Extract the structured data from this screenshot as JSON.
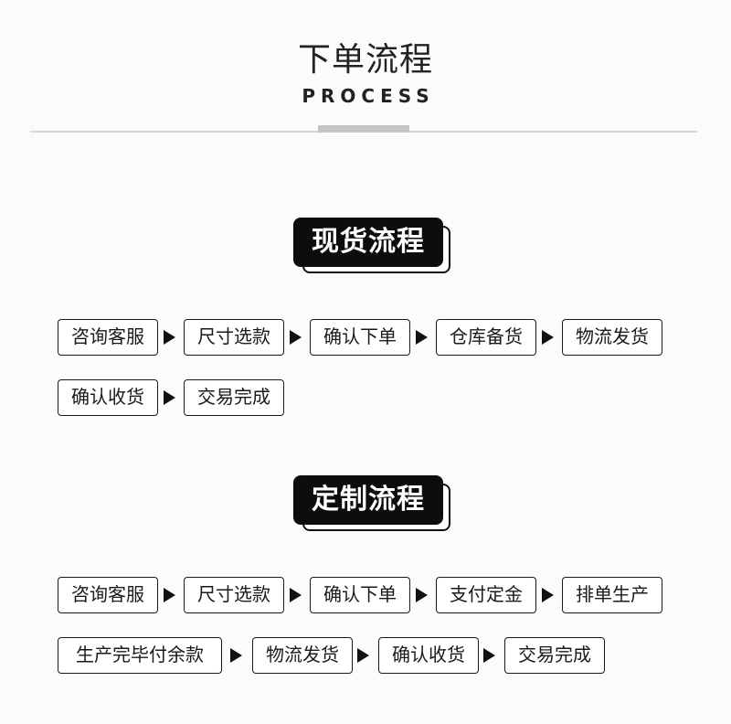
{
  "header": {
    "title": "下单流程",
    "subtitle": "PROCESS"
  },
  "sections": [
    {
      "title": "现货流程",
      "steps": [
        "咨询客服",
        "尺寸选款",
        "确认下单",
        "仓库备货",
        "物流发货",
        "确认收货",
        "交易完成"
      ]
    },
    {
      "title": "定制流程",
      "steps": [
        "咨询客服",
        "尺寸选款",
        "确认下单",
        "支付定金",
        "排单生产",
        "生产完毕付余款",
        "物流发货",
        "确认收货",
        "交易完成"
      ]
    }
  ]
}
